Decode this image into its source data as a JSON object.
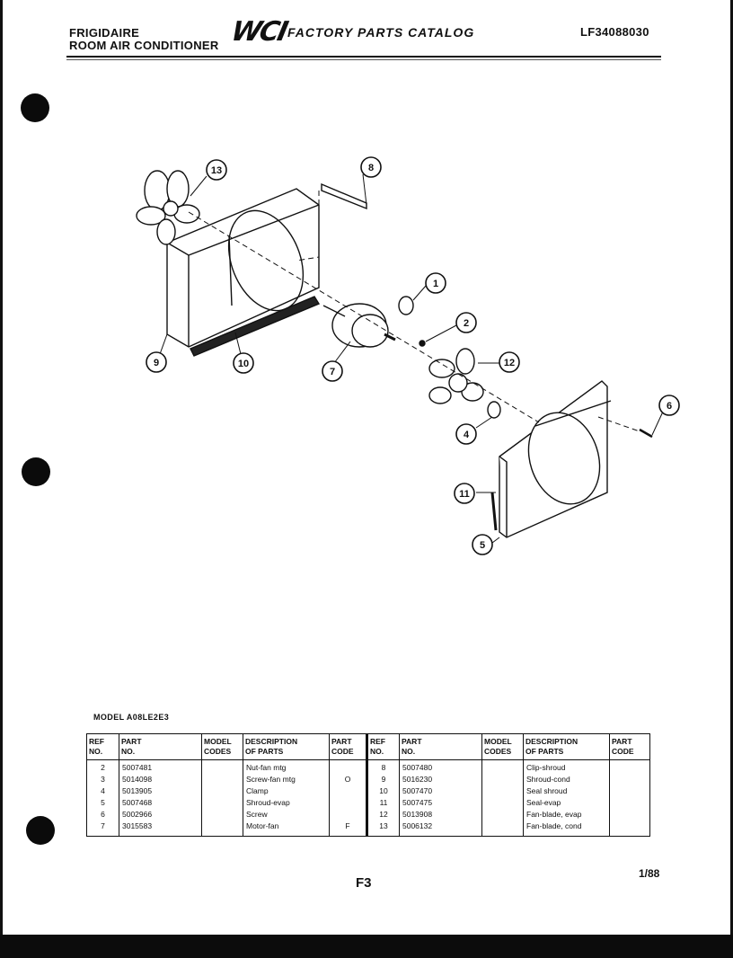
{
  "header": {
    "brand_line1": "FRIGIDAIRE",
    "brand_line2": "ROOM AIR CONDITIONER",
    "logo": "WCI",
    "catalog_title": "FACTORY PARTS CATALOG",
    "document_number": "LF34088030"
  },
  "diagram": {
    "callouts": [
      "13",
      "8",
      "1",
      "2",
      "9",
      "10",
      "7",
      "12",
      "6",
      "4",
      "11",
      "5"
    ]
  },
  "model_label": "MODEL A08LE2E3",
  "table": {
    "headers": [
      "REF\nNO.",
      "PART\nNO.",
      "MODEL\nCODES",
      "DESCRIPTION\nOF PARTS",
      "PART\nCODE"
    ],
    "left_rows": [
      {
        "ref": "2",
        "part": "5007481",
        "model": "",
        "desc": "Nut-fan mtg",
        "code": ""
      },
      {
        "ref": "3",
        "part": "5014098",
        "model": "",
        "desc": "Screw-fan mtg",
        "code": "O"
      },
      {
        "ref": "4",
        "part": "5013905",
        "model": "",
        "desc": "Clamp",
        "code": ""
      },
      {
        "ref": "5",
        "part": "5007468",
        "model": "",
        "desc": "Shroud-evap",
        "code": ""
      },
      {
        "ref": "6",
        "part": "5002966",
        "model": "",
        "desc": "Screw",
        "code": ""
      },
      {
        "ref": "7",
        "part": "3015583",
        "model": "",
        "desc": "Motor-fan",
        "code": "F"
      }
    ],
    "right_rows": [
      {
        "ref": "8",
        "part": "5007480",
        "model": "",
        "desc": "Clip-shroud",
        "code": ""
      },
      {
        "ref": "9",
        "part": "5016230",
        "model": "",
        "desc": "Shroud-cond",
        "code": ""
      },
      {
        "ref": "10",
        "part": "5007470",
        "model": "",
        "desc": "Seal shroud",
        "code": ""
      },
      {
        "ref": "11",
        "part": "5007475",
        "model": "",
        "desc": "Seal-evap",
        "code": ""
      },
      {
        "ref": "12",
        "part": "5013908",
        "model": "",
        "desc": "Fan-blade, evap",
        "code": ""
      },
      {
        "ref": "13",
        "part": "5006132",
        "model": "",
        "desc": "Fan-blade, cond",
        "code": ""
      }
    ]
  },
  "footer": {
    "page": "F3",
    "date": "1/88"
  }
}
